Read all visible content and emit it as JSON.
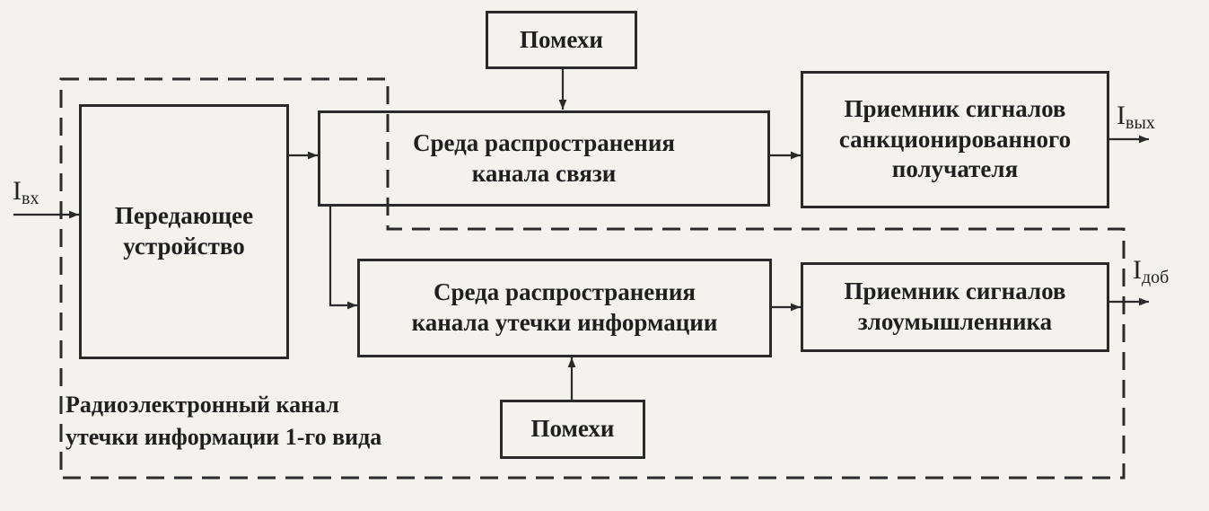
{
  "diagram": {
    "noise_top": "Помехи",
    "noise_bottom": "Помехи",
    "transmitter": [
      "Передающее",
      "устройство"
    ],
    "comm_channel": [
      "Среда распространения",
      "канала связи"
    ],
    "leak_channel": [
      "Среда распространения",
      "канала утечки информации"
    ],
    "receiver_auth": [
      "Приемник сигналов",
      "санкционированного",
      "получателя"
    ],
    "receiver_attacker": [
      "Приемник сигналов",
      "злоумышленника"
    ],
    "input": {
      "main": "I",
      "sub": "вх"
    },
    "output": {
      "main": "I",
      "sub": "вых"
    },
    "extra": {
      "main": "I",
      "sub": "доб"
    },
    "caption": [
      "Радиоэлектронный канал",
      "утечки информации 1-го вида"
    ]
  }
}
